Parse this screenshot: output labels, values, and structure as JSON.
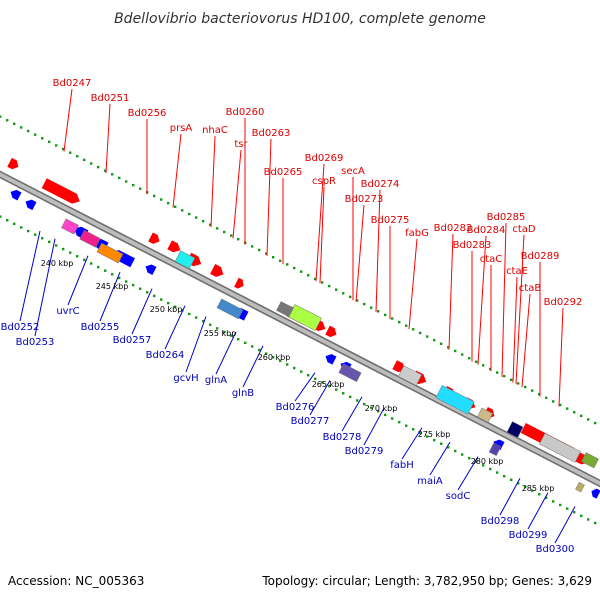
{
  "title": "Bdellovibrio bacteriovorus HD100, complete genome",
  "footer": {
    "accession": "Accession: NC_005363",
    "summary": "Topology: circular; Length: 3,782,950 bp; Genes: 3,629"
  },
  "colors": {
    "backbone": "#8c8c8c",
    "forward_gene": "#ff0000",
    "reverse_gene": "#0000ff",
    "tick_dots": "#119911",
    "forward_label": "#dd0000",
    "reverse_label": "#0000bb"
  },
  "scale_ticks": [
    "240 kbp",
    "245 kbp",
    "250 kbp",
    "255 kbp",
    "260 kbp",
    "265 kbp",
    "270 kbp",
    "275 kbp",
    "280 kbp",
    "285 kbp"
  ],
  "forward_genes": [
    "Bd0247",
    "Bd0251",
    "Bd0256",
    "prsA",
    "nhaC",
    "Bd0260",
    "tsr",
    "Bd0263",
    "Bd0265",
    "Bd0269",
    "cspR",
    "secA",
    "Bd0273",
    "Bd0274",
    "Bd0275",
    "fabG",
    "Bd0282",
    "Bd0283",
    "Bd0284",
    "Bd0285",
    "ctaC",
    "ctaD",
    "ctaE",
    "Bd0289",
    "ctaB",
    "Bd0292"
  ],
  "reverse_genes": [
    "Bd0252",
    "Bd0253",
    "uvrC",
    "Bd0255",
    "Bd0257",
    "Bd0264",
    "gcvH",
    "glnA",
    "glnB",
    "Bd0276",
    "Bd0277",
    "Bd0278",
    "Bd0279",
    "fabH",
    "maiA",
    "sodC",
    "Bd0298",
    "Bd0299",
    "Bd0300"
  ]
}
